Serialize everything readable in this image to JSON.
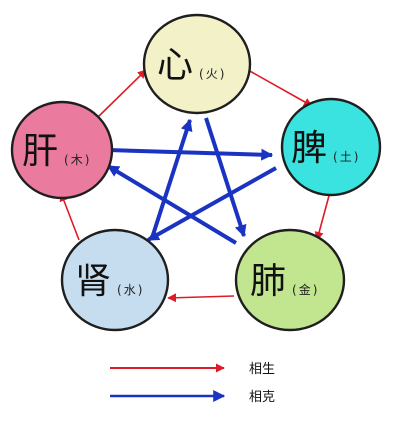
{
  "colors": {
    "generating": "#dd1c2a",
    "overcoming": "#1b33c2",
    "outline": "#1f1f1f"
  },
  "nodes": [
    {
      "id": "heart",
      "organ": "心",
      "element": "火",
      "fill": "#f2f1c8"
    },
    {
      "id": "spleen",
      "organ": "脾",
      "element": "土",
      "fill": "#3be3e0"
    },
    {
      "id": "lung",
      "organ": "肺",
      "element": "金",
      "fill": "#c2e58f"
    },
    {
      "id": "kidney",
      "organ": "肾",
      "element": "水",
      "fill": "#c5ddef"
    },
    {
      "id": "liver",
      "organ": "肝",
      "element": "木",
      "fill": "#ea7b9f"
    }
  ],
  "legend": {
    "generating_label": "相生",
    "overcoming_label": "相克"
  }
}
